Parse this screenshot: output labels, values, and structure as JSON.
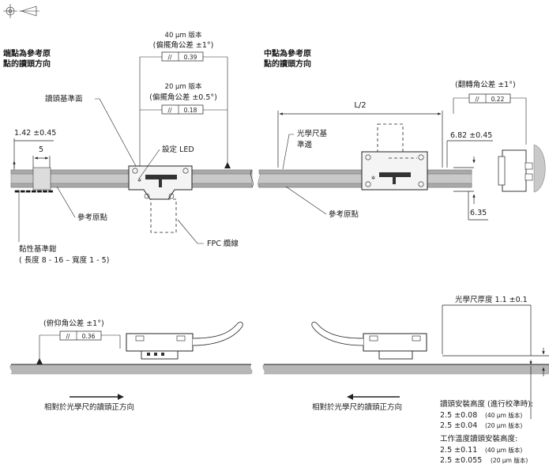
{
  "symbols": {
    "projection": "first-angle-projection-symbol"
  },
  "top_left": {
    "end_ref_title_1": "端點為參考原",
    "end_ref_title_2": "點的讀頭方向",
    "tol40_version": "40 µm 版本",
    "tol40_desc": "(偏擺角公差 ±1°)",
    "tol40_symbol": "//",
    "tol40_value": "0.39",
    "tol20_version": "20 µm 版本",
    "tol20_desc": "(偏擺角公差 ±0.5°)",
    "tol20_symbol": "//",
    "tol20_value": "0.18",
    "readhead_datum": "讀頭基準面",
    "dim_offset": "1.42 ±0.45",
    "dim_5": "5",
    "setup_led": "設定  LED",
    "ref_mark": "參考原點",
    "adhesive_clamp": "黏性基準鉗",
    "clamp_size": "( 長度  8 - 16 – 寬度 1 - 5)",
    "fpc_cable": "FPC 纜線"
  },
  "top_right": {
    "mid_ref_title_1": "中點為參考原",
    "mid_ref_title_2": "點的讀頭方向",
    "half_length": "L/2",
    "scale_edge_1": "光學尺基",
    "scale_edge_2": "準邊",
    "ref_mark": "參考原點",
    "roll_tol": "(翻轉角公差 ±1°)",
    "roll_symbol": "//",
    "roll_value": "0.22",
    "dim_682": "6.82 ±0.45",
    "dim_635": "6.35"
  },
  "bottom": {
    "pitch_tol": "(俯仰角公差 ±1°)",
    "pitch_symbol": "//",
    "pitch_value": "0.36",
    "direction_left": "相對於光學尺的讀頭正方向",
    "direction_right": "相對於光學尺的讀頭正方向",
    "scale_thickness": "光學尺厚度 1.1 ±0.1",
    "mount_title": "讀頭安裝高度 (進行校準時):",
    "mount_40_value": "2.5 ±0.08",
    "mount_40_ver": "(40 µm 版本)",
    "mount_20_value": "2.5 ±0.04",
    "mount_20_ver": "(20 µm 版本)",
    "work_title": "工作溫度讀頭安裝高度:",
    "work_40_value": "2.5 ±0.11",
    "work_40_ver": "(40 µm 版本)",
    "work_20_value": "2.5 ±0.055",
    "work_20_ver": "(20 µm 版本)"
  }
}
